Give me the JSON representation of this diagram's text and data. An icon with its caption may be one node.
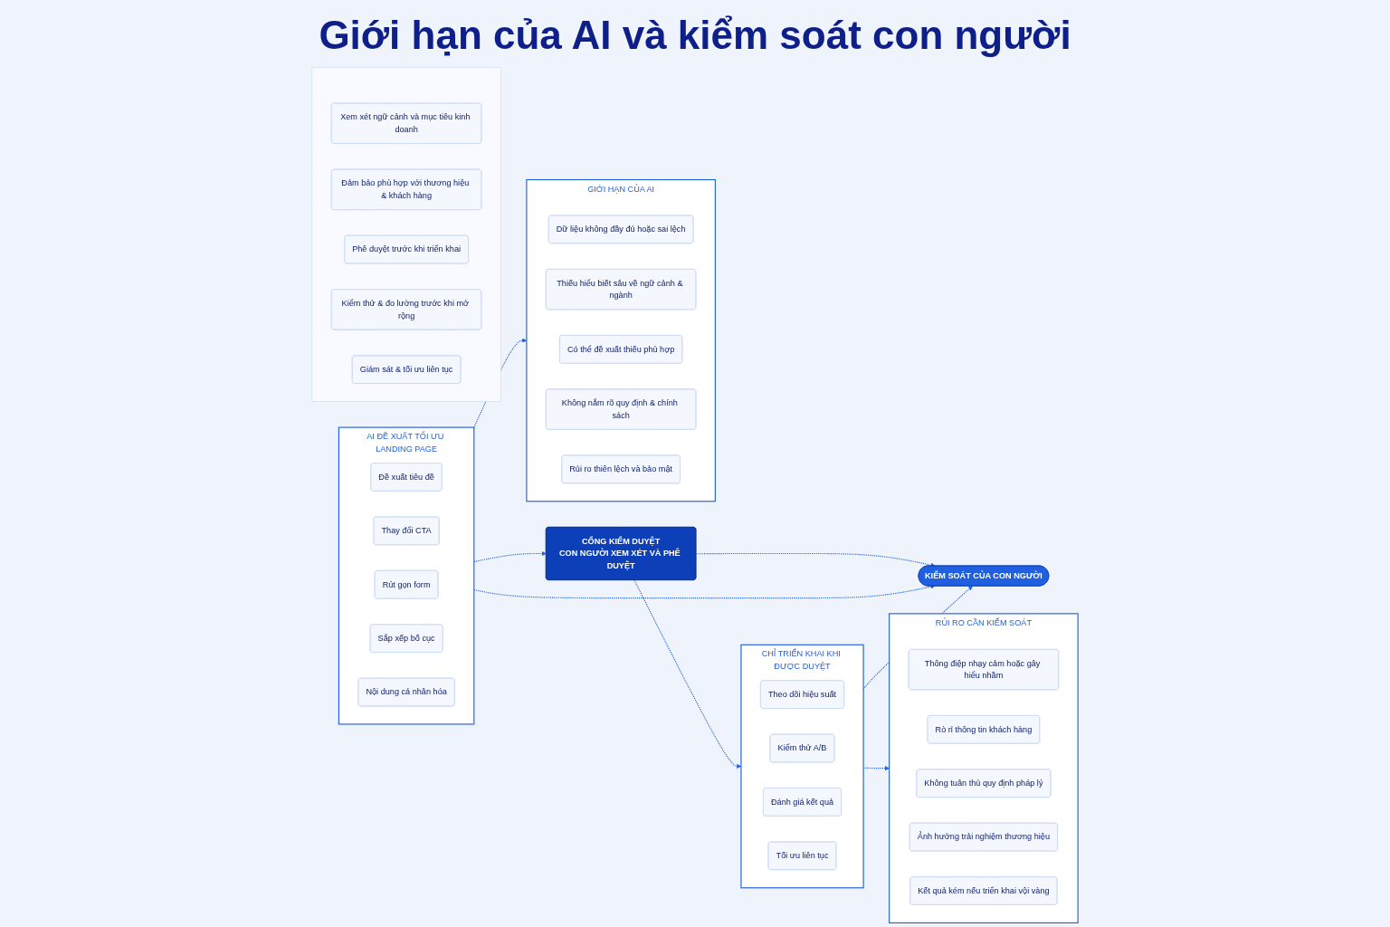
{
  "diagram": {
    "title": "Giới hạn của AI và kiểm soát con người",
    "nodes": [
      {
        "text": [
          "GIỚI HẠN CỦA AI"
        ]
      },
      {
        "text": [
          "Dữ liệu không đầy đủ hoặc sai lệch"
        ],
        "in": 0
      },
      {
        "text": [
          "Thiếu hiểu biết sâu về ngữ cảnh & ngành"
        ],
        "in": 0
      },
      {
        "text": [
          "Có thể đề xuất thiếu phù hợp"
        ],
        "in": 0
      },
      {
        "text": [
          "Không nắm rõ quy định & chính sách"
        ],
        "in": 0
      },
      {
        "text": [
          "Rủi ro thiên lệch và bảo mật"
        ],
        "in": 0
      },
      {
        "text": [
          "AI ĐỀ XUẤT TỐI ƯU LANDING PAGE"
        ]
      },
      {
        "text": [
          "Đề xuất tiêu đề"
        ],
        "in": 6
      },
      {
        "text": [
          "Thay đổi CTA"
        ],
        "in": 6
      },
      {
        "text": [
          "Rút gọn form"
        ],
        "in": 6
      },
      {
        "text": [
          "Sắp xếp bố cục"
        ],
        "in": 6
      },
      {
        "text": [
          "Nội dung cá nhân hóa"
        ],
        "in": 6
      },
      {
        "text": [
          "CỔNG KIỂM DUYỆT",
          "CON NGƯỜI XEM XÉT VÀ PHÊ DUYỆT"
        ]
      },
      {
        "text": [
          "CHỈ TRIỂN KHAI KHI ĐƯỢC DUYỆT"
        ]
      },
      {
        "text": [
          "Theo dõi hiệu suất"
        ],
        "in": 13
      },
      {
        "text": [
          "Kiểm thử A/B"
        ],
        "in": 13
      },
      {
        "text": [
          "Đánh giá kết quả"
        ],
        "in": 13
      },
      {
        "text": [
          "Tối ưu liên tục"
        ],
        "in": 13
      },
      {
        "text": [
          "RỦI RO CẦN KIỂM SOÁT"
        ]
      },
      {
        "text": [
          "Thông điệp nhạy cảm hoặc gây hiểu nhầm"
        ],
        "in": 18
      },
      {
        "text": [
          "Rò rỉ thông tin khách hàng"
        ],
        "in": 18
      },
      {
        "text": [
          "Không tuân thủ quy định pháp lý"
        ],
        "in": 18
      },
      {
        "text": [
          "Ảnh hưởng trải nghiệm thương hiệu"
        ],
        "in": 18
      },
      {
        "text": [
          "Kết quả kém nếu triển khai vội vàng"
        ],
        "in": 18
      },
      {
        "text": [
          "KIỂM SOÁT CỦA CON NGƯỜI"
        ]
      },
      {
        "text": [],
        "shape": "box"
      },
      {
        "text": [
          "Xem xét ngữ cảnh và mục tiêu kinh doanh"
        ],
        "in": 25
      },
      {
        "text": [
          "Đảm bảo phù hợp với thương hiệu & khách hàng"
        ],
        "in": 25
      },
      {
        "text": [
          "Phê duyệt trước khi triển khai"
        ],
        "in": 25
      },
      {
        "text": [
          "Kiểm thử & đo lường trước khi mở rộng"
        ],
        "in": 25
      },
      {
        "text": [
          "Giám sát & tối ưu liên tục"
        ],
        "in": 25
      }
    ],
    "edges": [
      {
        "from": 6,
        "to": 0,
        "arrow": "to",
        "style": "dashed"
      },
      {
        "from": 6,
        "to": 12,
        "arrow": "to",
        "style": "dashed"
      },
      {
        "from": 12,
        "to": 13,
        "arrow": "to",
        "style": "dashed"
      },
      {
        "from": 13,
        "to": 18,
        "arrow": "to",
        "style": "dashed"
      },
      {
        "from": 12,
        "to": 24,
        "arrow": "to",
        "style": "dashed"
      },
      {
        "from": 6,
        "to": 24,
        "arrow": "to",
        "style": "dashed"
      },
      {
        "from": 13,
        "to": 24,
        "arrow": "to",
        "style": "dashed"
      }
    ]
  }
}
